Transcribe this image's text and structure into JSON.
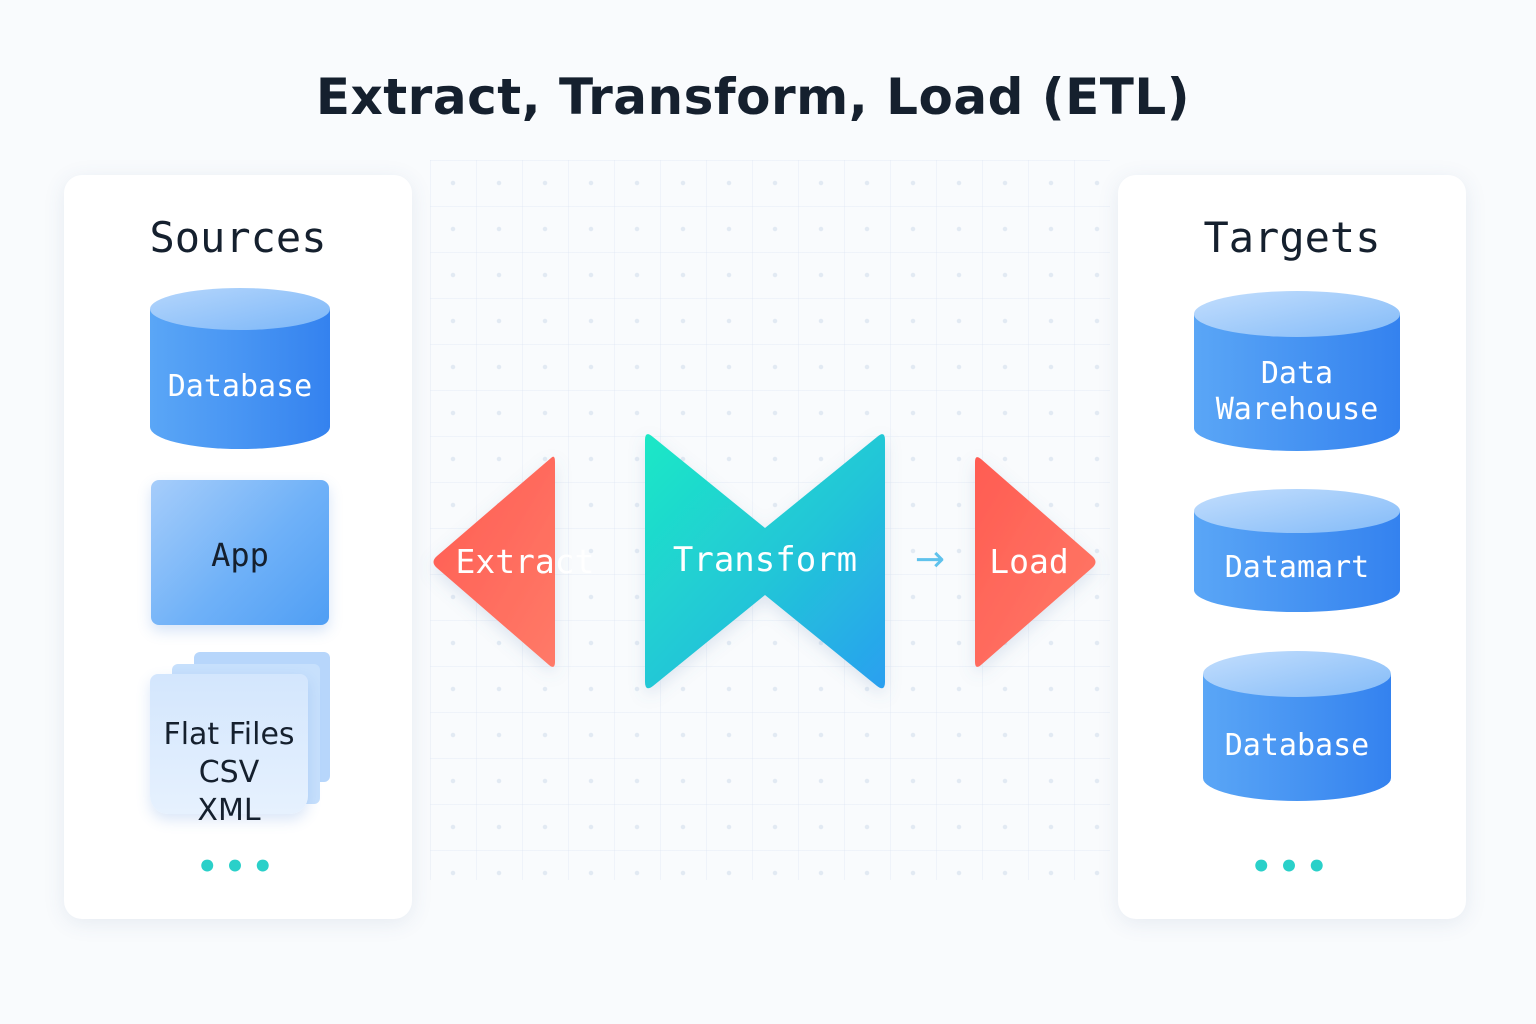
{
  "title": "Extract, Transform, Load (ETL)",
  "sources": {
    "title": "Sources",
    "database_label": "Database",
    "app_label": "App",
    "files_lines": [
      "Flat Files",
      "CSV",
      "XML"
    ],
    "more": "•••"
  },
  "process": {
    "extract": "Extract",
    "transform": "Transform",
    "load": "Load",
    "arrow": "→"
  },
  "targets": {
    "title": "Targets",
    "warehouse_lines": [
      "Data",
      "Warehouse"
    ],
    "datamart_label": "Datamart",
    "database_label": "Database",
    "more": "•••"
  },
  "colors": {
    "accent_blue": "#4f9ef4",
    "extract_load_red": "#ff6b5e",
    "transform_teal": "#1de3c8",
    "transform_blue": "#2a9ff0",
    "dots_teal": "#2ad0c9"
  }
}
